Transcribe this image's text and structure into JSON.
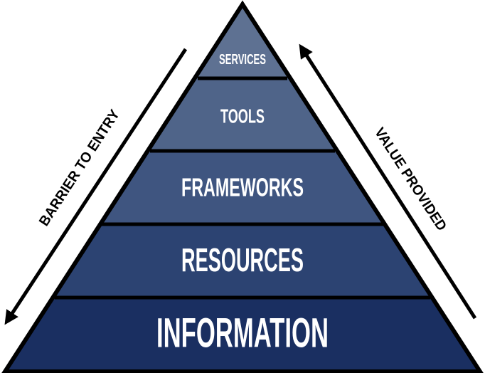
{
  "pyramid": {
    "tiers": [
      {
        "label": "SERVICES",
        "color": "#5e7192"
      },
      {
        "label": "TOOLS",
        "color": "#4f6489"
      },
      {
        "label": "FRAMEWORKS",
        "color": "#3f5580"
      },
      {
        "label": "RESOURCES",
        "color": "#2c4372"
      },
      {
        "label": "INFORMATION",
        "color": "#1a2f61"
      }
    ],
    "outline_color": "#000000"
  },
  "arrows": {
    "left": {
      "label": "BARRIER TO ENTRY",
      "direction": "down"
    },
    "right": {
      "label": "VALUE PROVIDED",
      "direction": "up"
    }
  }
}
